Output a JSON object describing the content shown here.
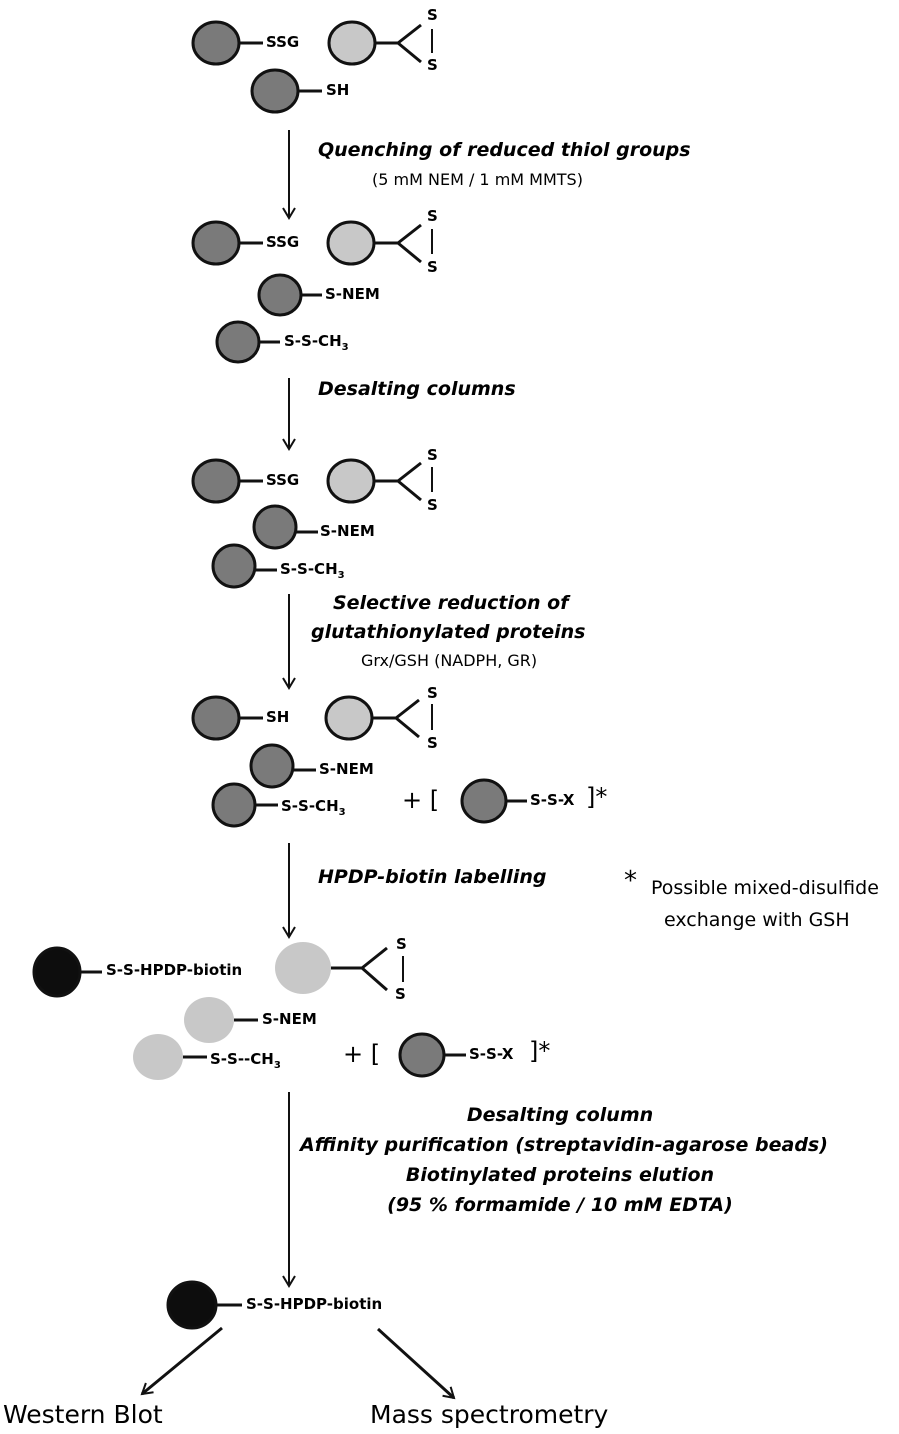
{
  "colors": {
    "dark_protein": "#7a7a7a",
    "light_protein": "#c8c8c8",
    "biotin_protein": "#0d0d0d",
    "line": "#111111"
  },
  "stage1": {
    "ssg": "SSG",
    "s1": "S",
    "s2": "S",
    "sh": "SH"
  },
  "step1": {
    "title": "Quenching of reduced thiol groups",
    "cond": "(5 mM NEM / 1 mM MMTS)"
  },
  "stage2": {
    "ssg": "SSG",
    "s1": "S",
    "s2": "S",
    "nem": "S-NEM",
    "ssch3": "S-S-CH",
    "sub": "3"
  },
  "step2": {
    "title": "Desalting columns"
  },
  "stage3": {
    "ssg": "SSG",
    "s1": "S",
    "s2": "S",
    "nem": "S-NEM",
    "ssch3": "S-S-CH",
    "sub": "3"
  },
  "step3": {
    "title1": "Selective reduction of",
    "title2": "glutathionylated proteins",
    "cond": "Grx/GSH (NADPH, GR)"
  },
  "stage4": {
    "sh": "SH",
    "s1": "S",
    "s2": "S",
    "nem": "S-NEM",
    "ssch3": "S-S-CH",
    "sub": "3",
    "plus": "+ [",
    "ssx": "S-S-X",
    "close": "]*"
  },
  "step4": {
    "title": "HPDP-biotin labelling"
  },
  "footnote": {
    "star": "*",
    "line1": "Possible mixed-disulfide",
    "line2": "exchange with GSH"
  },
  "stage5": {
    "biotin": "S-S-HPDP-biotin",
    "s1": "S",
    "s2": "S",
    "nem": "S-NEM",
    "ssch3": "S-S--CH",
    "sub": "3",
    "plus": "+ [",
    "ssx": "S-S-X",
    "close": "]*"
  },
  "step5": {
    "l1": "Desalting column",
    "l2": "Affinity purification (streptavidin-agarose beads)",
    "l3": "Biotinylated proteins elution",
    "l4": "(95 % formamide / 10 mM EDTA)"
  },
  "final": {
    "biotin": "S-S-HPDP-biotin"
  },
  "outputs": {
    "left": "Western Blot",
    "right": "Mass spectrometry"
  }
}
